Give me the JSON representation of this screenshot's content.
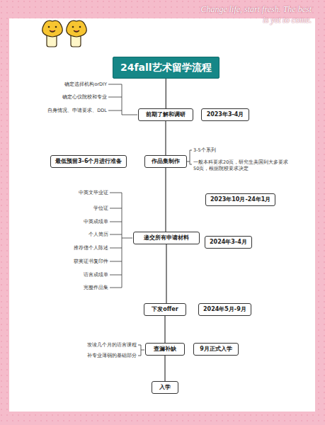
{
  "diagram": {
    "title": "24fall艺术留学流程",
    "nodes": [
      {
        "text": [
          "24fall艺术留学流程"
        ]
      },
      {
        "text": [
          "前期了解和调研"
        ]
      },
      {
        "text": [
          "2023年3-4月"
        ]
      },
      {
        "text": [
          "最低预留3-6个月进行准备"
        ]
      },
      {
        "text": [
          "作品集制作"
        ]
      },
      {
        "text": [
          "2023年10月-24年1月"
        ]
      },
      {
        "text": [
          "递交所有申请材料"
        ]
      },
      {
        "text": [
          "2024年3-4月"
        ]
      },
      {
        "text": [
          "下发offer"
        ]
      },
      {
        "text": [
          "2024年5月-9月"
        ]
      },
      {
        "text": [
          "查漏补缺"
        ]
      },
      {
        "text": [
          "9月正式入学"
        ]
      },
      {
        "text": [
          "入学"
        ]
      }
    ],
    "edges": [
      {
        "from": 0,
        "to": 1,
        "arrow": "none"
      },
      {
        "from": 1,
        "to": 4,
        "arrow": "none"
      },
      {
        "from": 4,
        "to": 6,
        "arrow": "none"
      },
      {
        "from": 6,
        "to": 8,
        "arrow": "none"
      },
      {
        "from": 8,
        "to": 10,
        "arrow": "none"
      },
      {
        "from": 10,
        "to": 12,
        "arrow": "none"
      }
    ],
    "labels": [
      "Change life, start fresh. The best is yet to come.",
      "确定选择机构orDIY",
      "确定心仪院校和专业",
      "自身情况、申请要求、DDL",
      "3-5个系列",
      "一般本科要求20页，研究生美国到大多要求50页，根据院校要求决定",
      "中英文毕业证",
      "学位证",
      "中英成绩单",
      "个人简历",
      "推荐信个人陈述",
      "获奖证书复印件",
      "语言成绩单",
      "完整作品集",
      "攻读几个月的语言课程",
      "补专业薄弱的基础部分"
    ]
  }
}
